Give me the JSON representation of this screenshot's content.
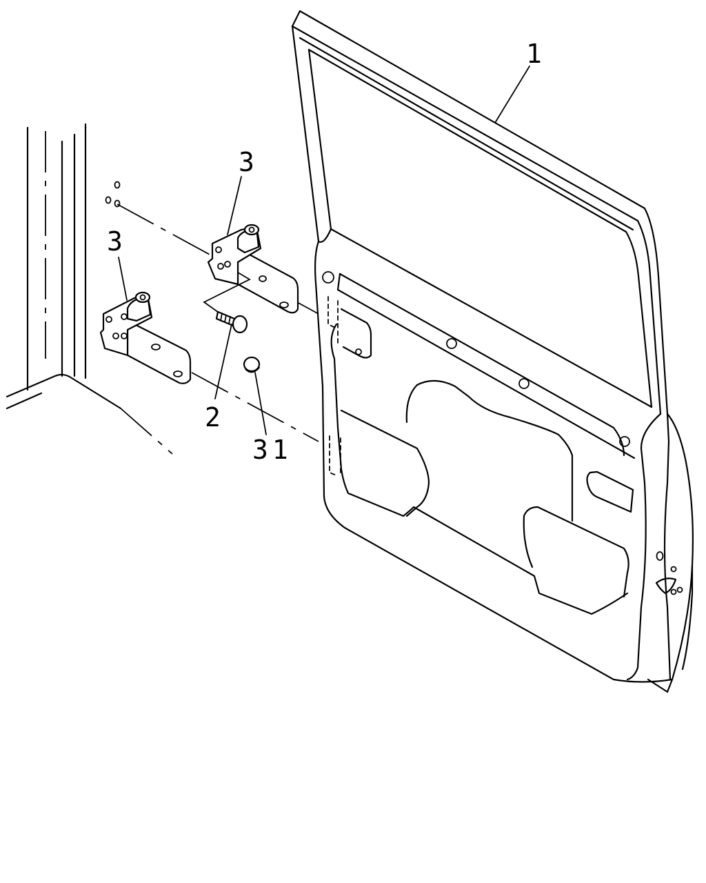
{
  "callouts": {
    "door_panel": "1",
    "bolt": "2",
    "upper_hinge": "3",
    "lower_hinge": "3",
    "plug": "31"
  },
  "colors": {
    "line": "#000000",
    "background": "#ffffff"
  }
}
